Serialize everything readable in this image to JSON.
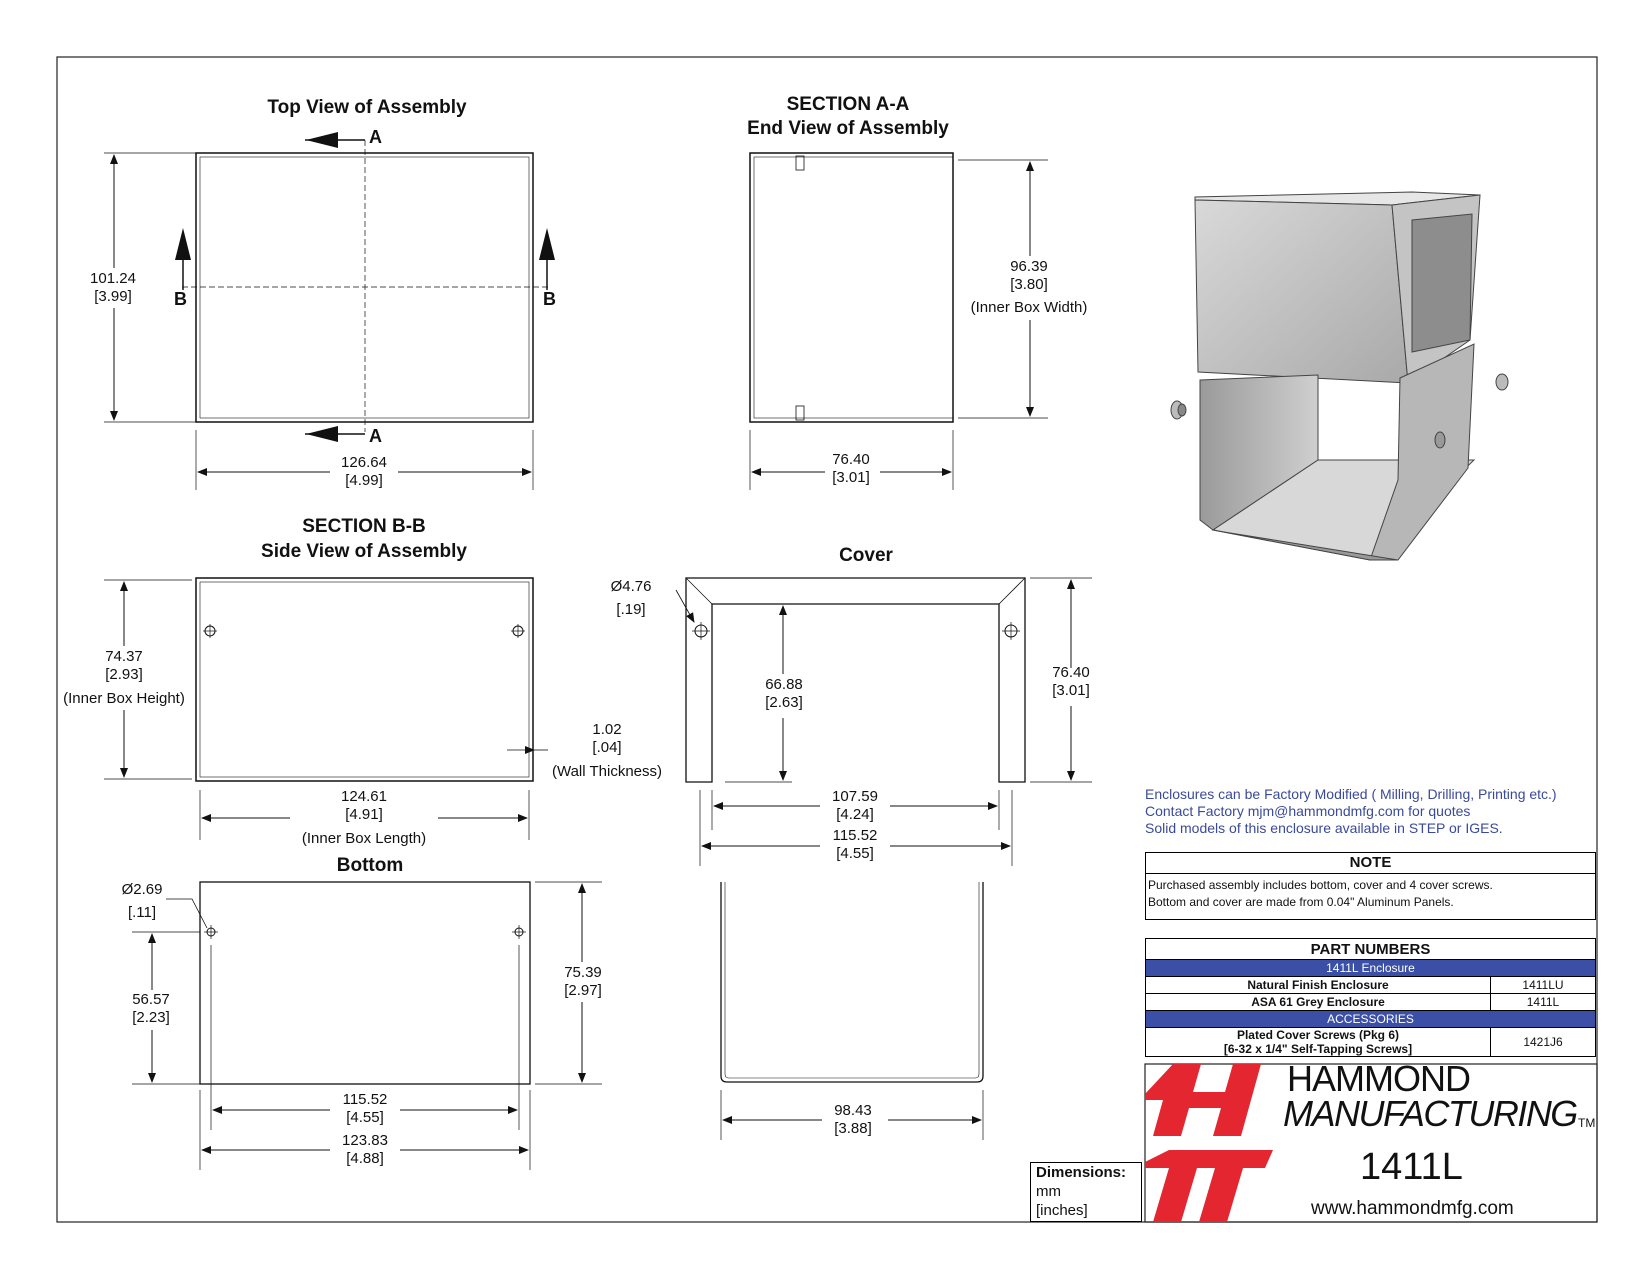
{
  "views": {
    "top": {
      "title": "Top View of Assembly",
      "section_label_a": "A",
      "section_label_b": "B",
      "height_mm": "101.24",
      "height_in": "[3.99]",
      "width_mm": "126.64",
      "width_in": "[4.99]"
    },
    "section_a": {
      "title1": "SECTION A-A",
      "title2": "End View of Assembly",
      "inner_width_mm": "96.39",
      "inner_width_in": "[3.80]",
      "inner_width_note": "(Inner Box Width)",
      "width_mm": "76.40",
      "width_in": "[3.01]"
    },
    "section_b": {
      "title1": "SECTION B-B",
      "title2": "Side View of Assembly",
      "height_mm": "74.37",
      "height_in": "[2.93]",
      "height_note": "(Inner Box Height)",
      "wall_mm": "1.02",
      "wall_in": "[.04]",
      "wall_note": "(Wall Thickness)",
      "length_mm": "124.61",
      "length_in": "[4.91]",
      "length_note": "(Inner Box Length)"
    },
    "cover": {
      "title": "Cover",
      "hole_mm": "Ø4.76",
      "hole_in": "[.19]",
      "inner_h_mm": "66.88",
      "inner_h_in": "[2.63]",
      "height_mm": "76.40",
      "height_in": "[3.01]",
      "inner_w_mm": "107.59",
      "inner_w_in": "[4.24]",
      "width_mm": "115.52",
      "width_in": "[4.55]"
    },
    "bottom": {
      "title": "Bottom",
      "hole_mm": "Ø2.69",
      "hole_in": "[.11]",
      "hole_h_mm": "56.57",
      "hole_h_in": "[2.23]",
      "height_mm": "75.39",
      "height_in": "[2.97]",
      "hole_w_mm": "115.52",
      "hole_w_in": "[4.55]",
      "width_mm": "123.83",
      "width_in": "[4.88]"
    },
    "bottom_end": {
      "width_mm": "98.43",
      "width_in": "[3.88]"
    }
  },
  "info_lines": [
    "Enclosures can be Factory Modified ( Milling, Drilling, Printing etc.)",
    "Contact Factory       mjm@hammondmfg.com for quotes",
    "Solid models of this enclosure available in STEP or IGES."
  ],
  "note": {
    "heading": "NOTE",
    "line1": "Purchased assembly includes bottom, cover and 4 cover screws.",
    "line2": "Bottom and cover are made from 0.04\" Aluminum Panels."
  },
  "parts": {
    "heading": "PART NUMBERS",
    "band1": "1411L Enclosure",
    "row1_desc": "Natural Finish Enclosure",
    "row1_pn": "1411LU",
    "row2_desc": "ASA 61 Grey Enclosure",
    "row2_pn": "1411L",
    "band2": "ACCESSORIES",
    "row3_desc1": "Plated Cover Screws (Pkg 6)",
    "row3_desc2": "[6-32 x 1/4\" Self-Tapping Screws]",
    "row3_pn": "1421J6"
  },
  "units": {
    "heading": "Dimensions:",
    "mm": "mm",
    "inches": "[inches]"
  },
  "brand": {
    "line1": "HAMMOND",
    "line2": "MANUFACTURING",
    "tm": "TM",
    "part_number": "1411L",
    "website": "www.hammondmfg.com",
    "logo_color": "#e3262f",
    "band_color": "#3b4fa6",
    "info_color": "#3a4a9a"
  }
}
